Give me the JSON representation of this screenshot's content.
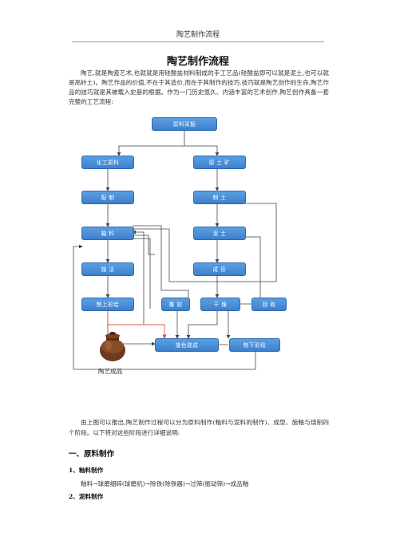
{
  "header": {
    "text": "陶艺制作流程"
  },
  "title": "陶艺制作流程",
  "intro": "陶艺,就是陶瓷艺术,也就就是用硅酸盐材料制成的手工艺品(硅酸盐即可以就是泥土,也可以就是高岭土)。陶艺作品的价值,不在于其造价,而在于其制作的技巧,技巧就是陶艺创作的生命,陶艺作品的技巧就是其被载入史册的根据。作为一门历史悠久、内涵丰富的艺术创作,陶艺创作具备一套完整的工艺流程:",
  "flowchart": {
    "nodes": {
      "raw": "原料采掘",
      "chem": "化工原料",
      "clay_mine": "原 土 矿",
      "formula": "配 制",
      "refine": "制 土",
      "glaze": "釉 料",
      "clay": "泥 土",
      "prepare": "施 法",
      "shape": "成 形",
      "overglaze": "制上彩绘",
      "carve": "雕 刻",
      "dry": "干 燥",
      "recycle": "回 收",
      "firing": "施色烧成",
      "underglaze": "制下彩绘"
    },
    "product_label": "陶艺成品"
  },
  "para2": "由上图可以推出,陶艺制作过程可以分为原料制作(釉料与泥料的制作)、成型、施釉与烧制四个阶段。以下将对这些阶段进行详细说明:",
  "section1": "一、原料制作",
  "sub1": "1、釉料制作",
  "sub1_process": "釉料→球磨细碎(球磨机)→除铁(除铁器)→过筛(振动筛)→成品釉",
  "sub2": "2、泥料制作",
  "colors": {
    "node_fill": "#4a8fd8",
    "arrow": "#444444",
    "red_arrow": "#d9534f"
  }
}
